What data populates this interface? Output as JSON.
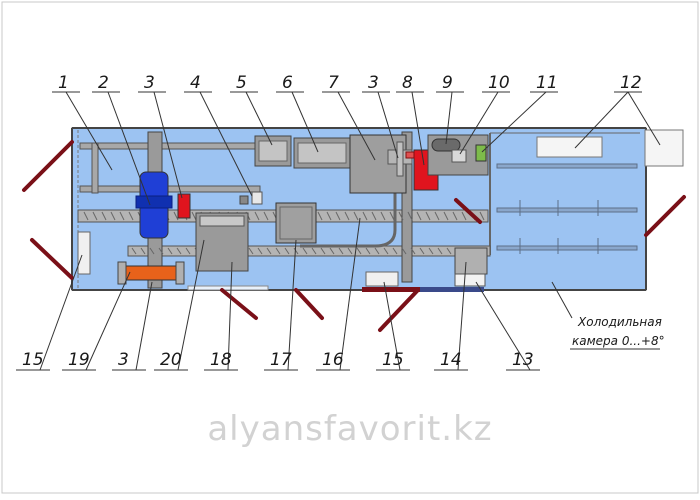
{
  "callouts_top": [
    "1",
    "2",
    "3",
    "4",
    "5",
    "6",
    "7",
    "3",
    "8",
    "9",
    "10",
    "11",
    "12"
  ],
  "callouts_bottom": [
    "15",
    "19",
    "3",
    "20",
    "18",
    "17",
    "16",
    "15",
    "14",
    "13"
  ],
  "note": {
    "line1": "Холодильная",
    "line2": "камера 0...+8°"
  },
  "watermark": "alyansfavorit.kz",
  "colors": {
    "floor": "#9cc3f2",
    "wall": "#5b5b5b",
    "equipment_gray": "#9e9e9e",
    "tank_blue": "#1f3fd6",
    "red_unit": "#e0141e",
    "orange_unit": "#e8621a",
    "door_leaf": "#7a1018",
    "leader": "#333333"
  }
}
